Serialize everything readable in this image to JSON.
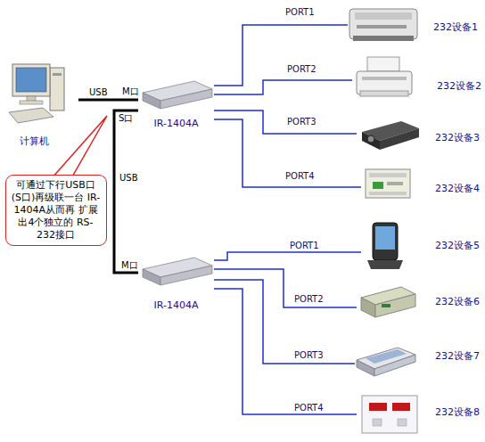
{
  "diagram": {
    "nodes": [
      {
        "text": [
          "计算机"
        ]
      },
      {
        "text": [
          "IR-1404A"
        ]
      },
      {
        "text": [
          "232设备1"
        ]
      },
      {
        "text": [
          "232设备2"
        ]
      },
      {
        "text": [
          "232设备3"
        ]
      },
      {
        "text": [
          "232设备4"
        ]
      },
      {
        "text": [
          "可通过下行USB口 (S口)再级联一台 IR-1404A从而再 扩展出4个独立的 RS-232接口"
        ]
      },
      {
        "text": [
          "IR-1404A"
        ]
      },
      {
        "text": [
          "232设备5"
        ]
      },
      {
        "text": [
          "232设备6"
        ]
      },
      {
        "text": [
          "232设备7"
        ]
      },
      {
        "text": [
          "232设备8"
        ]
      }
    ],
    "edges": [
      {
        "from": 0,
        "to": 1,
        "arrow": "none",
        "label": "USB"
      },
      {
        "from": 1,
        "to": 2,
        "arrow": "none",
        "label": "PORT1"
      },
      {
        "from": 1,
        "to": 3,
        "arrow": "none",
        "label": "PORT2"
      },
      {
        "from": 1,
        "to": 4,
        "arrow": "none",
        "label": "PORT3"
      },
      {
        "from": 1,
        "to": 5,
        "arrow": "none",
        "label": "PORT4"
      },
      {
        "from": 1,
        "to": 7,
        "arrow": "none",
        "label": "USB"
      },
      {
        "from": 7,
        "to": 8,
        "arrow": "none",
        "label": "PORT1"
      },
      {
        "from": 7,
        "to": 9,
        "arrow": "none",
        "label": "PORT2"
      },
      {
        "from": 7,
        "to": 10,
        "arrow": "none",
        "label": "PORT3"
      },
      {
        "from": 7,
        "to": 11,
        "arrow": "none",
        "label": "PORT4"
      }
    ],
    "labels": [
      "M口",
      "S口",
      "M口"
    ]
  }
}
